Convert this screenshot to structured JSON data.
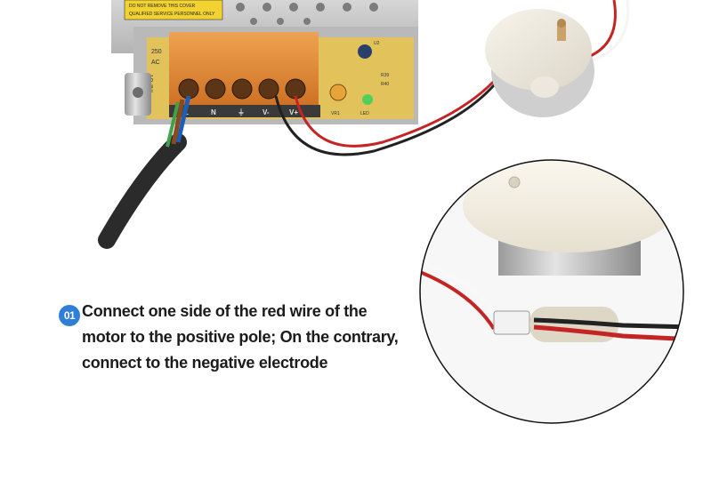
{
  "label": {
    "warning": "DO NOT REMOVE THIS COVER",
    "service": "QUALIFIED SERVICE PERSONNEL ONLY"
  },
  "board": {
    "model_250": "250",
    "model_ac": "AC",
    "input": "INPUT",
    "terminals": [
      "L",
      "N",
      "⏚",
      "V-",
      "V+"
    ],
    "r39": "R39",
    "r40": "R40",
    "u2": "U2",
    "vr": "VR1",
    "led": "LED"
  },
  "caption": {
    "step": "01",
    "lines": [
      "Connect one side of the red wire of the",
      "motor to the positive pole; On the contrary,",
      "connect to the negative electrode"
    ]
  },
  "colors": {
    "badge": "#2f7fd8",
    "text": "#1b1b1b",
    "terminal_cover": "#d9792a",
    "pcb": "#e2c25a"
  }
}
